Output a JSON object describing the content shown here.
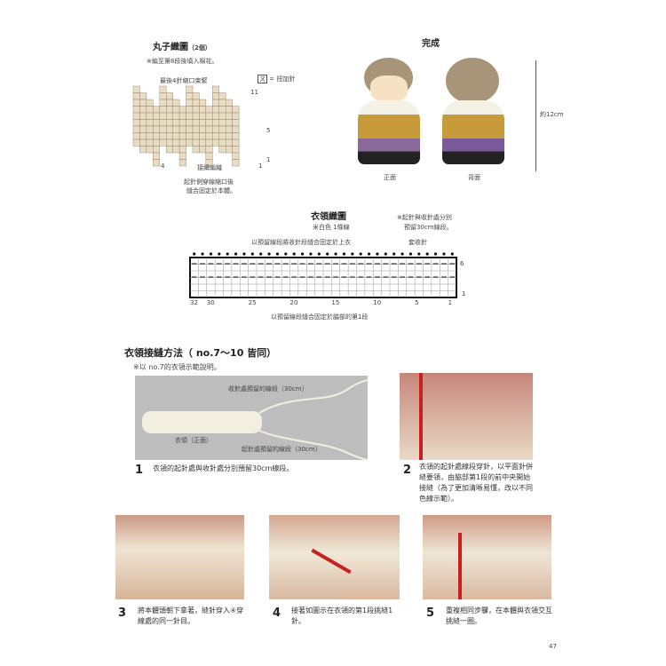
{
  "bobble": {
    "title": "丸子織圖",
    "count": "（2個）",
    "note": "※編至第8段後填入棉花。",
    "top_label": "最後4針縮口束緊",
    "legend": "= 扭加針",
    "legend_symbol": "ㄡ",
    "row_top": "11",
    "row_mid": "5",
    "row_1": "1",
    "col_left": "4",
    "col_right": "1",
    "bottom_label": "接續編織",
    "bottom_note1": "起針側穿線縮口後",
    "bottom_note2": "縫合固定於本體。"
  },
  "finished": {
    "title": "完成",
    "front": "正面",
    "back": "背面",
    "size": "約12cm"
  },
  "collar": {
    "title": "衣領織圖",
    "yarn": "米白色 1條線",
    "note1": "※起針與收針處分別",
    "note2": "預留30cm線段。",
    "top_label": "以預留線段將收針段縫合固定於上衣",
    "bindoff": "套收針",
    "bottom_label": "以預留線段縫合固定於脇部的第1段",
    "row_top": "6",
    "row_1": "1",
    "col_ticks": [
      "32",
      "30",
      "25",
      "20",
      "15",
      "10",
      "5",
      "1"
    ]
  },
  "section": {
    "title": "衣領接縫方法（ no.7～10 皆同）",
    "note": "※以 no.7的衣領示範說明。"
  },
  "photo1": {
    "label_top": "收針處預留的線段（30cm）",
    "label_collar": "衣領（正面）",
    "label_bottom": "起針處預留的線段（30cm）"
  },
  "steps": [
    {
      "n": "1",
      "text": "衣領的起針處與收針處分別預留30cm線段。"
    },
    {
      "n": "2",
      "text": "衣領的起針處線段穿針，以平面針併縫要領，由脇部第1段的前中央開始接縫（為了更加清晰易懂，改以不同色線示範）。"
    },
    {
      "n": "3",
      "text": "將本體頭朝下拿著，縫針穿入④穿線處的同一針目。"
    },
    {
      "n": "4",
      "text": "接著如圖示在衣領的第1段挑縫1針。"
    },
    {
      "n": "5",
      "text": "重複相同步驟，在本體與衣領交互挑縫一圈。"
    }
  ],
  "page_number": "47",
  "colors": {
    "grid_fill": "#e8dcc4",
    "grid_line": "#8a7a60",
    "photo_bg": "#bdbdbd",
    "yarn": "#f3efe0",
    "red": "#c8201e"
  }
}
